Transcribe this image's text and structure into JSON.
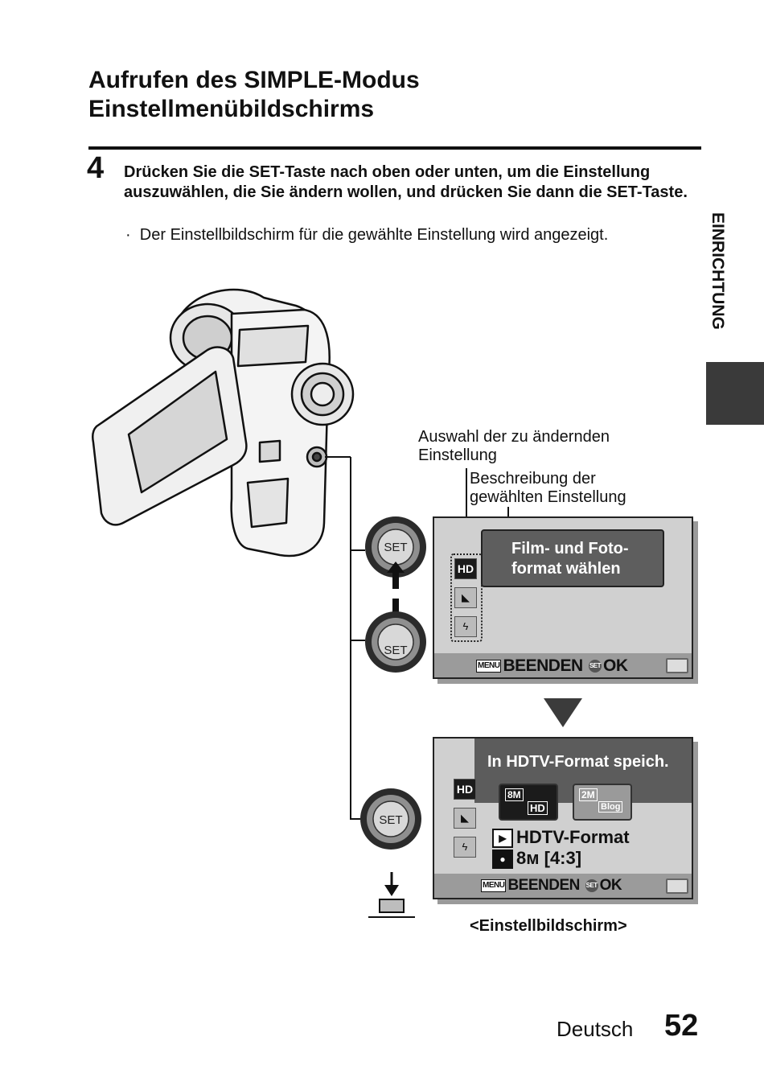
{
  "page": {
    "title_line1": "Aufrufen des SIMPLE-Modus",
    "title_line2": "Einstellmenübildschirms",
    "step_number": "4",
    "step_text": "Drücken Sie die SET-Taste nach oben oder unten, um die Einstellung auszuwählen, die Sie ändern wollen, und drücken Sie dann die SET-Taste.",
    "bullet_text": "Der Einstellbildschirm für die gewählte Einstellung wird angezeigt.",
    "side_label": "EINRICHTUNG",
    "callout_select_line1": "Auswahl der zu ändernden",
    "callout_select_line2": "Einstellung",
    "callout_desc_line1": "Beschreibung der",
    "callout_desc_line2": "gewählten Einstellung",
    "caption": "<Einstellbildschirm>",
    "footer_language": "Deutsch",
    "footer_page": "52"
  },
  "screen1": {
    "desc_line1": "Film- und Foto-",
    "desc_line2": "format wählen",
    "icon_hd": "HD",
    "menu_label": "MENU",
    "end_label": "BEENDEN",
    "set_label": "SET",
    "ok_label": "OK"
  },
  "screen2": {
    "header": "In HDTV-Format speich.",
    "icon_hd": "HD",
    "opt1_top": "8M",
    "opt1_bottom": "HD",
    "opt2_top": "2M",
    "opt2_bottom": "Blog",
    "mode_video": "HDTV-Format",
    "mode_photo": "8м [4:3]",
    "menu_label": "MENU",
    "end_label": "BEENDEN",
    "set_label": "SET",
    "ok_label": "OK"
  },
  "dials": {
    "set_label": "SET"
  },
  "icons": [
    "camcorder-illustration",
    "set-button-icon",
    "arrow-up-icon",
    "arrow-down-icon",
    "hd-icon",
    "scene-icon",
    "flash-icon",
    "battery-icon",
    "video-icon",
    "camera-icon",
    "press-button-icon",
    "down-triangle-icon"
  ]
}
